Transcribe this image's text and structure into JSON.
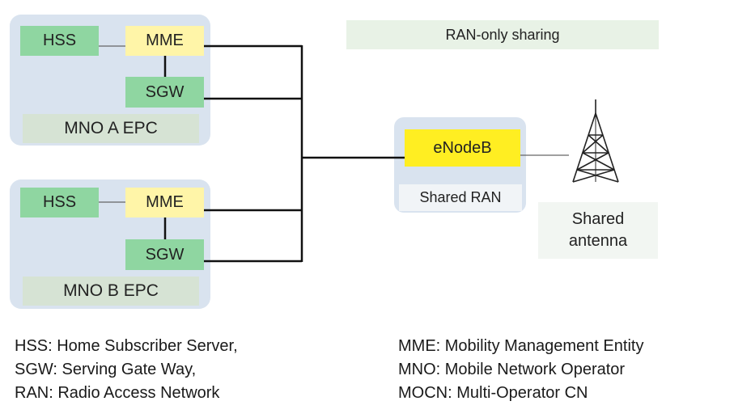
{
  "title": "RAN-only sharing",
  "epc_a": {
    "hss": "HSS",
    "mme": "MME",
    "sgw": "SGW",
    "label": "MNO A EPC"
  },
  "epc_b": {
    "hss": "HSS",
    "mme": "MME",
    "sgw": "SGW",
    "label": "MNO B EPC"
  },
  "ran": {
    "enodeb": "eNodeB",
    "label": "Shared RAN"
  },
  "antenna": {
    "line1": "Shared",
    "line2": "antenna"
  },
  "legend": {
    "left": [
      "HSS: Home Subscriber Server,",
      "SGW: Serving Gate Way,",
      "RAN: Radio Access Network"
    ],
    "right": [
      "MME: Mobility Management Entity",
      "MNO: Mobile Network Operator",
      "MOCN: Multi-Operator CN"
    ]
  },
  "colors": {
    "green_node": "#8fd6a1",
    "yellow_node": "#fff5a8",
    "enodeb": "#ffee22",
    "epc_bg": "#d9e3ef"
  },
  "icons": {
    "antenna": "tower-antenna-icon"
  }
}
